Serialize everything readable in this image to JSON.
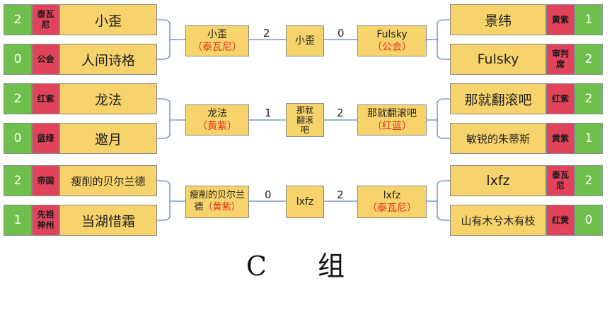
{
  "title": "C 组",
  "groups": [
    {
      "left": [
        {
          "score": "2",
          "team": "泰瓦尼",
          "name": "小歪"
        },
        {
          "score": "0",
          "team": "公会",
          "name": "人间诗格"
        }
      ],
      "left_winner": {
        "name": "小歪",
        "team": "（泰瓦尼）"
      },
      "left_score": "2",
      "center": "小歪",
      "right_score": "0",
      "right_winner": {
        "name": "Fulsky",
        "team": "（公会）"
      },
      "right": [
        {
          "score": "1",
          "team": "黄紫",
          "name": "景纬"
        },
        {
          "score": "2",
          "team": "审判席",
          "name": "Fulsky"
        }
      ]
    },
    {
      "left": [
        {
          "score": "2",
          "team": "红紫",
          "name": "龙法"
        },
        {
          "score": "0",
          "team": "蓝绿",
          "name": "邀月"
        }
      ],
      "left_winner": {
        "name": "龙法",
        "team": "（黄紫）"
      },
      "left_score": "1",
      "center": "那就翻滚吧",
      "right_score": "2",
      "right_winner": {
        "name": "那就翻滚吧",
        "team": "（红蓝）"
      },
      "right": [
        {
          "score": "2",
          "team": "红紫",
          "name": "那就翻滚吧"
        },
        {
          "score": "1",
          "team": "黄紫",
          "name": "敏锐的朱蒂斯"
        }
      ]
    },
    {
      "left": [
        {
          "score": "2",
          "team": "帝国",
          "name": "瘦削的贝尔兰德"
        },
        {
          "score": "1",
          "team": "先祖神州",
          "name": "当湖惜霜"
        }
      ],
      "left_winner": {
        "name": "瘦削的贝尔兰德",
        "team": "（黄紫）"
      },
      "left_score": "0",
      "center": "lxfz",
      "right_score": "2",
      "right_winner": {
        "name": "lxfz",
        "team": "（泰瓦尼）"
      },
      "right": [
        {
          "score": "2",
          "team": "泰瓦尼",
          "name": "lxfz"
        },
        {
          "score": "0",
          "team": "红黄",
          "name": "山有木兮木有枝"
        }
      ]
    }
  ]
}
